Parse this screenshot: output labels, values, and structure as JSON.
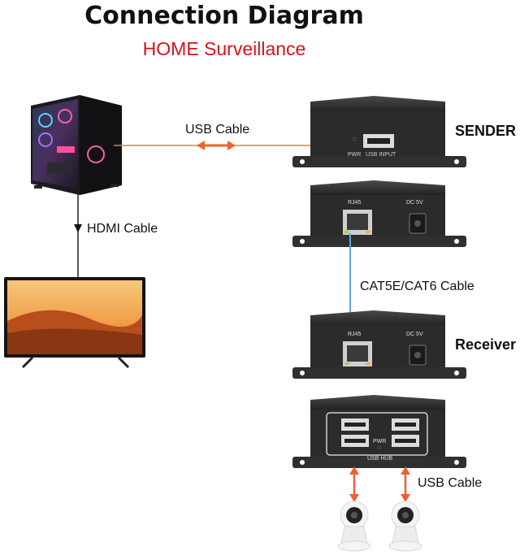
{
  "header": {
    "title": "Connection Diagram",
    "subtitle": "HOME Surveillance"
  },
  "labels": {
    "usb_cable_top": "USB Cable",
    "hdmi_cable": "HDMI Cable",
    "cat_cable": "CAT5E/CAT6 Cable",
    "usb_cable_bottom": "USB Cable",
    "sender": "SENDER",
    "receiver": "Receiver"
  },
  "device_markings": {
    "pwr": "PWR",
    "usb_input": "USB INPUT",
    "rj45_a": "RJ45",
    "dc5v_a": "DC 5V",
    "rj45_b": "RJ45",
    "dc5v_b": "DC 5V",
    "pwr_hub": "PWR",
    "usb_hub": "USB HUB"
  },
  "colors": {
    "title": "#111111",
    "subtitle": "#d6121b",
    "usb_arrow": "#e8642c",
    "cat_line": "#5aa7e0",
    "device_body": "#2b2b2b"
  }
}
